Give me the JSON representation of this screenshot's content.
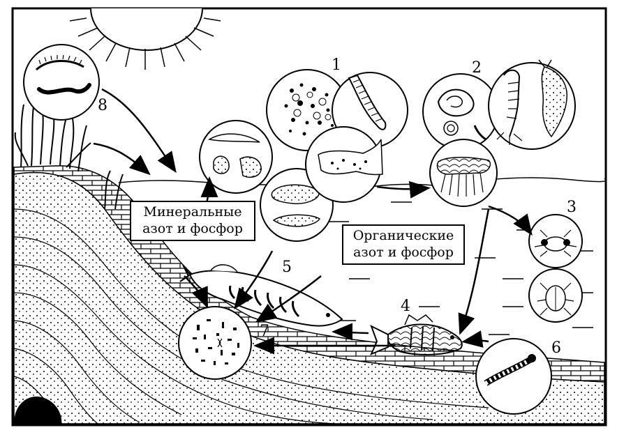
{
  "labels": {
    "mineral_line1": "Минеральные",
    "mineral_line2": "азот и фосфор",
    "organic_line1": "Органические",
    "organic_line2": "азот и фосфор"
  },
  "numbers": {
    "n1": "1",
    "n2": "2",
    "n3": "3",
    "n4": "4",
    "n5": "5",
    "n6": "6",
    "n7": "7",
    "n8": "8"
  },
  "colors": {
    "ink": "#000000",
    "paper": "#ffffff"
  }
}
